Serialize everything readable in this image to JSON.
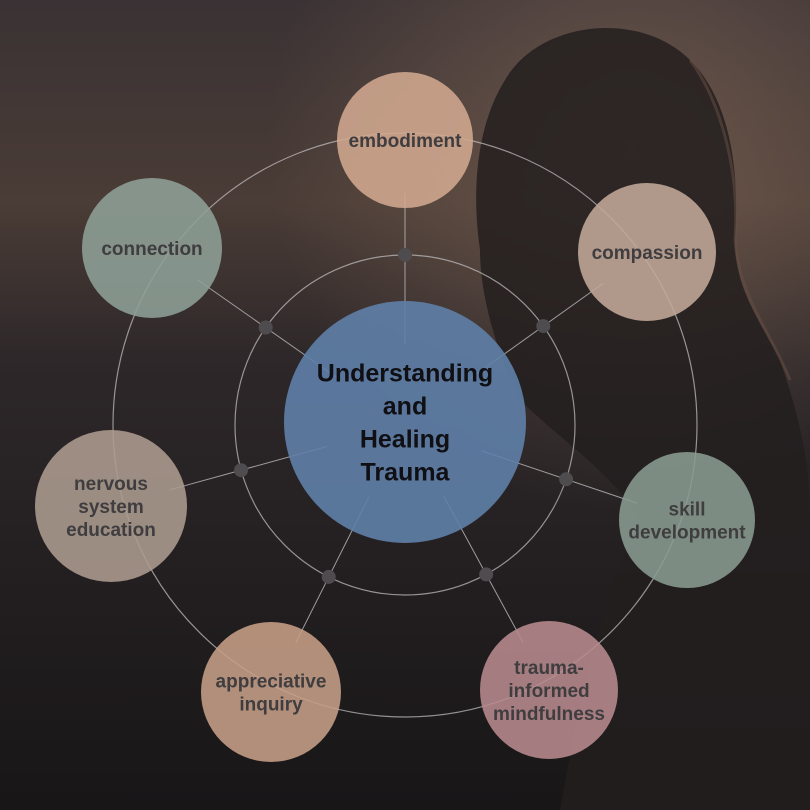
{
  "center": {
    "lines": [
      "Understanding",
      "and",
      "Healing",
      "Trauma"
    ],
    "color": "#5f80a8"
  },
  "nodes": [
    {
      "id": "embodiment",
      "lines": [
        "embodiment"
      ],
      "color": "#d1a88f"
    },
    {
      "id": "compassion",
      "lines": [
        "compassion"
      ],
      "color": "#c3aa98"
    },
    {
      "id": "skill-development",
      "lines": [
        "skill",
        "development"
      ],
      "color": "#8a9c91"
    },
    {
      "id": "trauma-informed-mindfulness",
      "lines": [
        "trauma-",
        "informed",
        "mindfulness"
      ],
      "color": "#b88b8e"
    },
    {
      "id": "appreciative-inquiry",
      "lines": [
        "appreciative",
        "inquiry"
      ],
      "color": "#c79f88"
    },
    {
      "id": "nervous-system-education",
      "lines": [
        "nervous",
        "system",
        "education"
      ],
      "color": "#ad9c8f"
    },
    {
      "id": "connection",
      "lines": [
        "connection"
      ],
      "color": "#8ea197"
    }
  ],
  "colors": {
    "background": "#1e1b1d",
    "ring": "#bdbbbd",
    "junction_dot": "#4e4c4e"
  }
}
